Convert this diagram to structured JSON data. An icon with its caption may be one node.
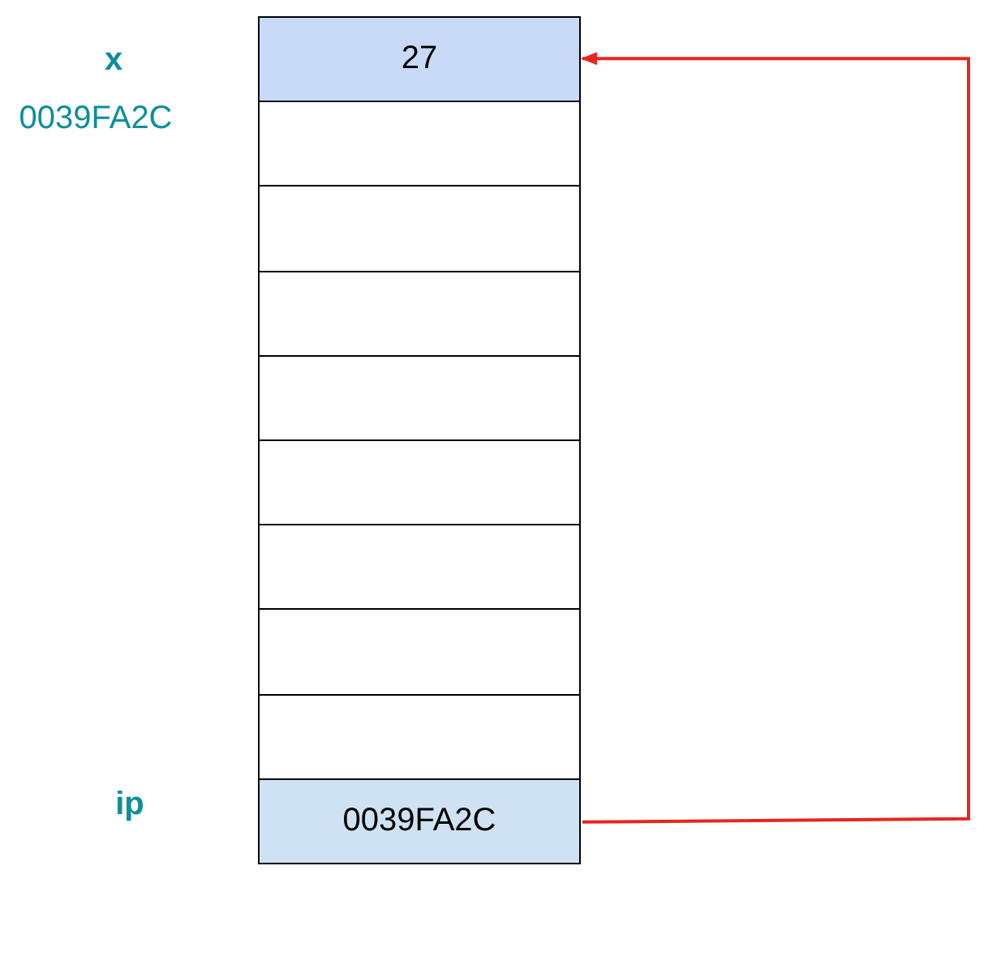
{
  "diagram": {
    "nodes": [
      {
        "text": [
          "27"
        ],
        "beside": [
          "x",
          "0039FA2C"
        ]
      },
      {
        "text": [],
        "shape": "box"
      },
      {
        "text": [],
        "shape": "box"
      },
      {
        "text": [],
        "shape": "box"
      },
      {
        "text": [],
        "shape": "box"
      },
      {
        "text": [],
        "shape": "box"
      },
      {
        "text": [],
        "shape": "box"
      },
      {
        "text": [],
        "shape": "box"
      },
      {
        "text": [],
        "shape": "box"
      },
      {
        "text": [
          "0039FA2C"
        ],
        "beside": [
          "ip"
        ]
      }
    ],
    "edges": [
      {
        "from": 9,
        "to": 0,
        "arrow": "to"
      }
    ]
  }
}
